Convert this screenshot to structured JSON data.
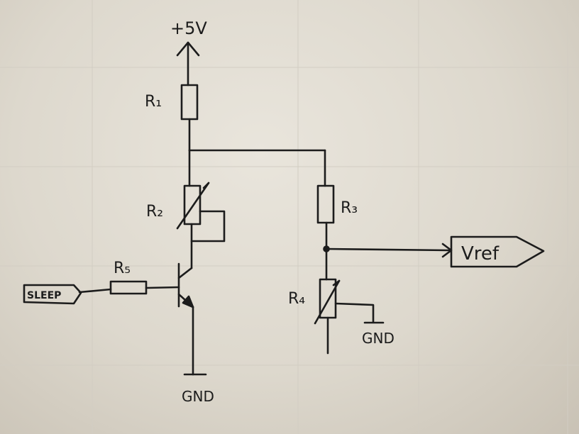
{
  "supply": {
    "label": "+5V"
  },
  "resistors": {
    "r1": {
      "label": "R₁"
    },
    "r2": {
      "label": "R₂"
    },
    "r3": {
      "label": "R₃"
    },
    "r4": {
      "label": "R₄"
    },
    "r5": {
      "label": "R₅"
    }
  },
  "ports": {
    "sleep": {
      "label": "SLEEP"
    },
    "vref": {
      "label": "Vref"
    }
  },
  "grounds": {
    "transistor_gnd": {
      "label": "GND"
    },
    "r4_gnd": {
      "label": "GND"
    }
  },
  "colors": {
    "ink": "#1c1c1c",
    "paper": "#e6e2d9"
  }
}
